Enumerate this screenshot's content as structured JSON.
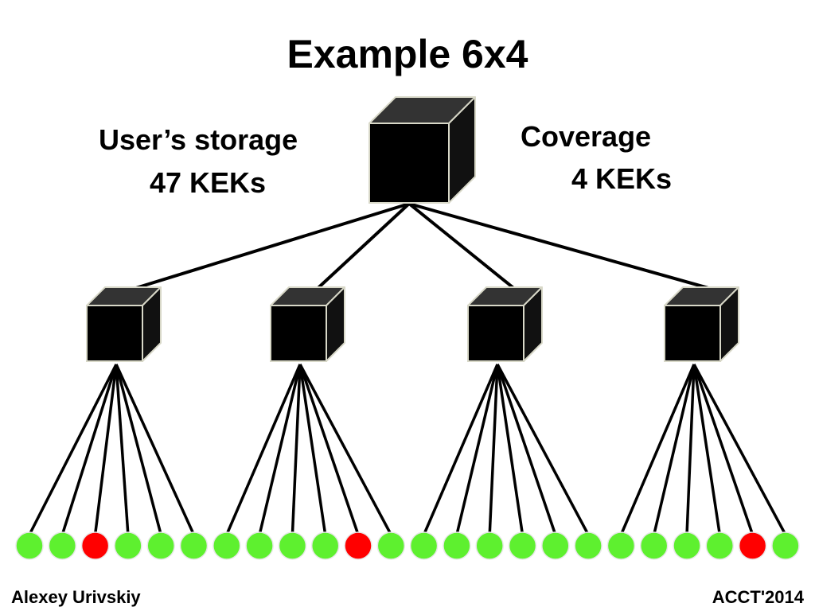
{
  "title": "Example 6x4",
  "storage": {
    "label": "User’s storage",
    "value": "47 KEKs"
  },
  "coverage": {
    "label": "Coverage",
    "value": "4 KEKs"
  },
  "footer": {
    "author": "Alexey Urivskiy",
    "venue": "ACCT'2014"
  },
  "colors": {
    "cube_front": "#000000",
    "cube_side": "#111111",
    "cube_top": "#333333",
    "cube_edge": "#d8d8c8",
    "leaf_green": "#5ef02f",
    "leaf_red": "#ff0000",
    "line": "#000000"
  },
  "tree": {
    "root": "root-kek",
    "groups": [
      {
        "name": "group-1",
        "leaves": [
          "green",
          "green",
          "red",
          "green",
          "green",
          "green"
        ]
      },
      {
        "name": "group-2",
        "leaves": [
          "green",
          "green",
          "green",
          "green",
          "red",
          "green"
        ]
      },
      {
        "name": "group-3",
        "leaves": [
          "green",
          "green",
          "green",
          "green",
          "green",
          "green"
        ]
      },
      {
        "name": "group-4",
        "leaves": [
          "green",
          "green",
          "green",
          "green",
          "red",
          "green"
        ]
      }
    ]
  }
}
